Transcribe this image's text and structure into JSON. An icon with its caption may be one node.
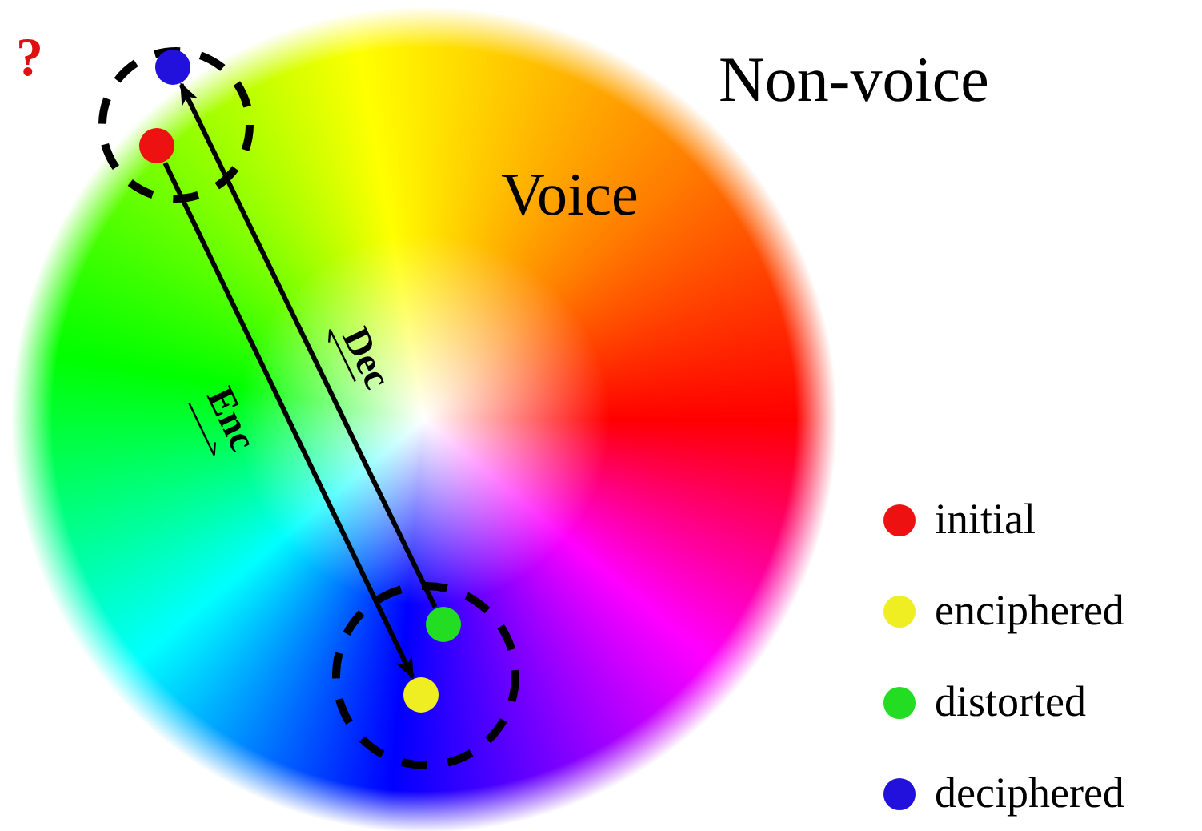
{
  "diagram": {
    "nodes": [
      {
        "text": [],
        "shape": "circle"
      },
      {
        "text": [],
        "shape": "circle"
      },
      {
        "text": [],
        "shape": "circle"
      },
      {
        "text": [],
        "shape": "circle"
      }
    ],
    "edges": [
      {
        "from": 1,
        "to": 3,
        "arrow": "to",
        "label": "Enc"
      },
      {
        "from": 2,
        "to": 0,
        "arrow": "to",
        "label": "Dec"
      }
    ],
    "labels": [
      "?",
      "Non-voice",
      "Voice"
    ],
    "legend": [
      {
        "text": "initial",
        "color": "#ee1111"
      },
      {
        "text": "enciphered",
        "color": "#eeee22"
      },
      {
        "text": "distorted",
        "color": "#22dd22"
      },
      {
        "text": "deciphered",
        "color": "#2211dd"
      }
    ]
  }
}
